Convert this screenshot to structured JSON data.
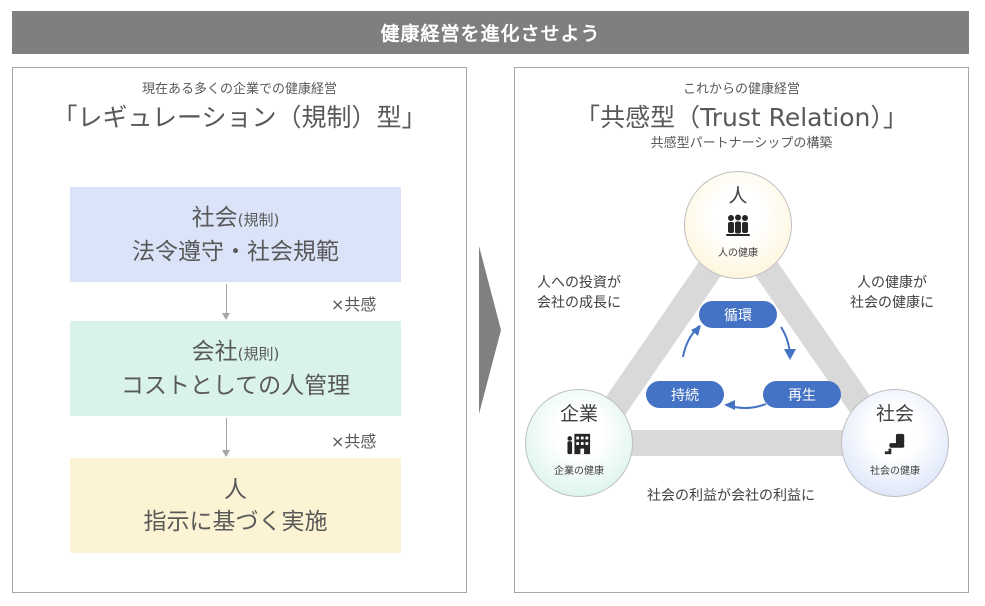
{
  "banner": {
    "title": "健康経営を進化させよう"
  },
  "left_panel": {
    "subtitle": "現在ある多くの企業での健康経営",
    "title": "「レギュレーション（規制）型」",
    "boxes": [
      {
        "main": "社会",
        "note": "(規制)",
        "line2": "法令遵守・社会規範",
        "color": "#dae3f8"
      },
      {
        "main": "会社",
        "note": "(規則)",
        "line2": "コストとしての人管理",
        "color": "#d9f2ec"
      },
      {
        "main": "人",
        "note": "",
        "line2": "指示に基づく実施",
        "color": "#fbf3d4"
      }
    ],
    "multipliers": [
      "×共感",
      "×共感"
    ]
  },
  "right_panel": {
    "subtitle": "これからの健康経営",
    "title": "「共感型（Trust Relation）」",
    "caption": "共感型パートナーシップの構築",
    "nodes": {
      "person": {
        "label": "人",
        "sub": "人の健康",
        "icon": "people-group-icon"
      },
      "company": {
        "label": "企業",
        "sub": "企業の健康",
        "icon": "building-icon"
      },
      "society": {
        "label": "社会",
        "sub": "社会の健康",
        "icon": "chair-icon"
      }
    },
    "edges": {
      "left": [
        "人への投資が",
        "会社の成長に"
      ],
      "right": [
        "人の健康が",
        "社会の健康に"
      ],
      "bottom": "社会の利益が会社の利益に"
    },
    "cycle": {
      "top": "循環",
      "right": "再生",
      "left": "持続",
      "color": "#4472c4"
    }
  },
  "colors": {
    "banner": "#7f7f7f",
    "accent": "#4472c4",
    "arrow": "#a6a6a6",
    "triangle": "#d9d9d9"
  }
}
